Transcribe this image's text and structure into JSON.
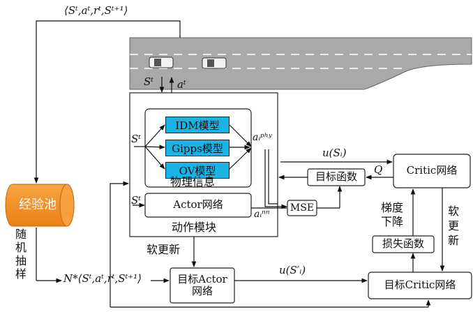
{
  "tuple_top": "⟨Sᵗ,aᵗ,rᵗ,Sᵗ⁺¹⟩",
  "tuple_bottom": "N*⟨Sᵗ,aᵗ,rᵗ,Sᵗ⁺¹⟩",
  "road_state": "Sᵗ",
  "road_action": "aᵗ",
  "state_in_models": "Sᵗ",
  "state_in_actor": "Sᵗ",
  "models": [
    "IDM模型",
    "Gipps模型",
    "OV模型"
  ],
  "physics_label": "物理信息",
  "phy_action": "aᵢᵖʰʸ",
  "nn_action": "aᵢⁿⁿ",
  "actor_net": "Actor网络",
  "action_module": "动作模块",
  "mse": "MSE",
  "target_func": "目标函数",
  "critic_net": "Critic网络",
  "u_si": "u(Sᵢ)",
  "q_label": "Q",
  "replay_pool": "经验池",
  "random_sample": [
    "随",
    "机",
    "抽",
    "样"
  ],
  "soft_update_actor": "软更新",
  "target_actor": [
    "目标Actor",
    "网络"
  ],
  "u_si_prime": "u(S′ᵢ)",
  "target_critic": "目标Critic网络",
  "gradient_descent": [
    "梯度",
    "下降"
  ],
  "loss_func": "损失函数",
  "soft_update_critic": [
    "软",
    "更",
    "新"
  ],
  "colors": {
    "model_fill": "#19b3e6",
    "pool_fill": "#f28a1e",
    "road": "#a9a9a9"
  }
}
